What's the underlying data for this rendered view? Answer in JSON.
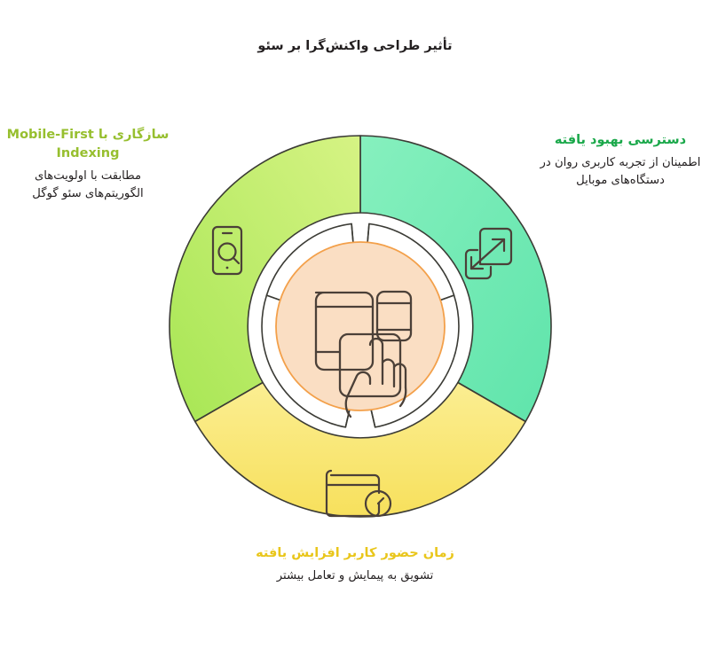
{
  "page": {
    "title": "تأثیر طراحی واکنش‌گرا بر سئو"
  },
  "center": {
    "icon": "responsive-devices-tap-icon",
    "fill": "#FADEC3",
    "stroke": "#F3A04A"
  },
  "segments": [
    {
      "id": "accessibility",
      "heading": "دسترسی بهبود یافته",
      "body": "اطمینان از تجربه کاربری روان در دستگاه‌های موبایل",
      "heading_color": "#1AA84A",
      "fill_from": "#86F0BE",
      "fill_to": "#63E6AE",
      "icon": "responsive-resize-icon",
      "icon_color": "#4B4038",
      "start_angle_deg": 90,
      "end_angle_deg": 330
    },
    {
      "id": "mobile-first",
      "heading": "سازگاری با Mobile-First Indexing",
      "body": "مطابقت با اولویت‌های الگوریتم‌های سئو گوگل",
      "heading_color": "#97BF2F",
      "fill_from": "#D4F281",
      "fill_to": "#ACE75A",
      "icon": "mobile-search-icon",
      "icon_color": "#4B4038",
      "start_angle_deg": 210,
      "end_angle_deg": 90
    },
    {
      "id": "dwell-time",
      "heading": "زمان حضور کاربر افزایش یافته",
      "body": "تشویق به پیمایش و تعامل بیشتر",
      "heading_color": "#E9C61B",
      "fill_from": "#FBEE92",
      "fill_to": "#F7E05C",
      "icon": "browser-timer-icon",
      "icon_color": "#4B4038",
      "start_angle_deg": 330,
      "end_angle_deg": 210
    }
  ],
  "style": {
    "outline": "#3B3B35",
    "background": "#FFFFFF",
    "text": "#231F20"
  }
}
